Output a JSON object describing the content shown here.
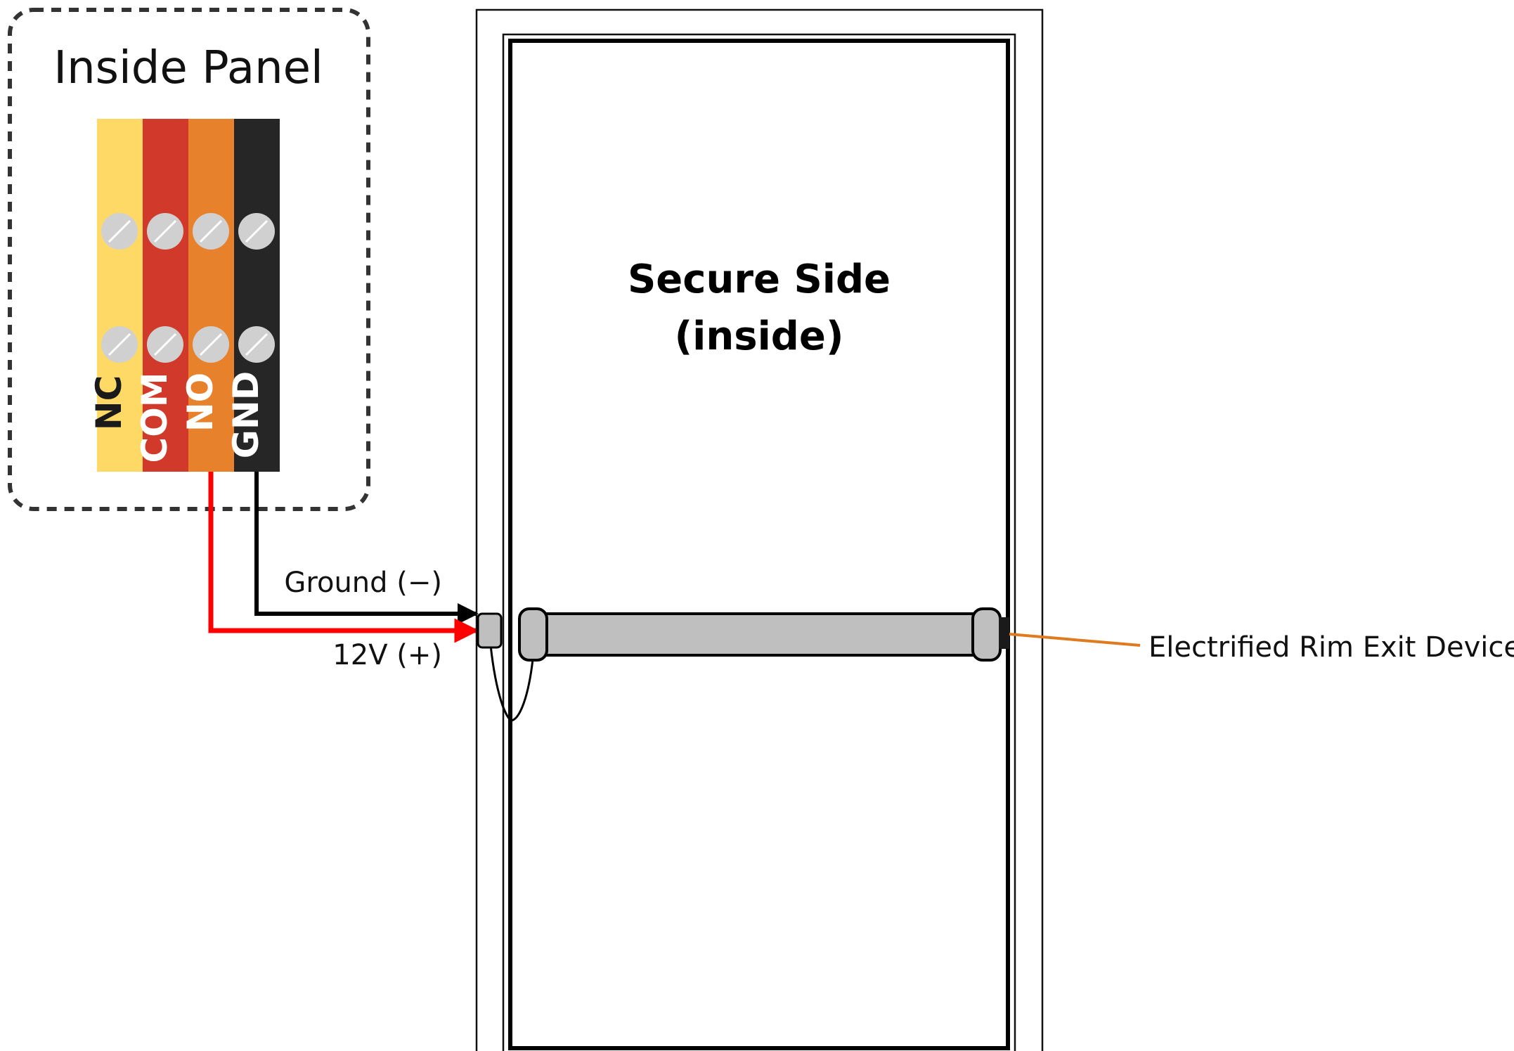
{
  "panel": {
    "title": "Inside Panel",
    "terminals": [
      {
        "label": "NC",
        "color": "#FFD966",
        "label_color": "#1a1a1a"
      },
      {
        "label": "COM",
        "color": "#D13A2B",
        "label_color": "#ffffff"
      },
      {
        "label": "NO",
        "color": "#E8812C",
        "label_color": "#ffffff"
      },
      {
        "label": "GND",
        "color": "#262626",
        "label_color": "#ffffff"
      }
    ]
  },
  "wires": {
    "ground_label": "Ground (−)",
    "power_label": "12V (+)",
    "ground_color": "#000000",
    "power_color": "#FF0000"
  },
  "door": {
    "side_title": "Secure Side",
    "side_subtitle": "(inside)"
  },
  "device": {
    "label": "Electrified Rim Exit Device",
    "leader_color": "#E07A1F",
    "bar_color": "#BFBFBF"
  }
}
